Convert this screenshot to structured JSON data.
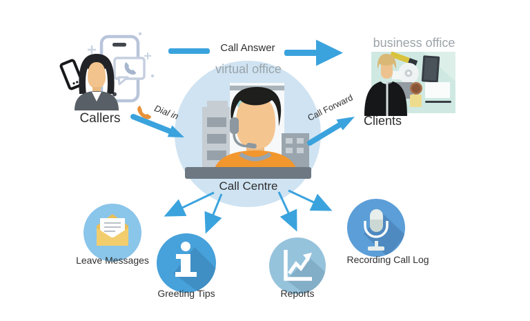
{
  "title": "Call Centre virtual office diagram",
  "nodes": {
    "callers": {
      "label": "Callers",
      "icon": "caller-woman-smartphone-icon"
    },
    "call_centre": {
      "zone": "virtual office",
      "label": "Call Centre",
      "icon": "agent-headset-desk-icon"
    },
    "clients": {
      "zone": "business office",
      "label": "Clients",
      "icon": "businessman-desk-icon"
    }
  },
  "flows": {
    "call_answer": {
      "label": "Call Answer"
    },
    "dial_in": {
      "label": "Dial in",
      "icon": "orange-handset-icon"
    },
    "call_forward": {
      "label": "Call Forward"
    }
  },
  "features": [
    {
      "label": "Leave Messages",
      "icon": "envelope-icon"
    },
    {
      "label": "Greeting Tips",
      "icon": "info-icon"
    },
    {
      "label": "Reports",
      "icon": "line-chart-icon"
    },
    {
      "label": "Recording Call Log",
      "icon": "microphone-icon"
    }
  ],
  "colors": {
    "arrow_blue": "#3aa3dd",
    "virtual_office_circle": "#cfe3f2",
    "zone_text_gray": "#9ba4a9",
    "label_dark": "#2f2f2f",
    "leave_messages_circle": "#8ac5ea",
    "greeting_tips_circle": "#47a1da",
    "reports_circle": "#96c3dc",
    "recording_circle": "#5c9ed7",
    "envelope_yellow": "#f2cd6d",
    "agent_shirt_orange": "#f2962e",
    "business_office_bg": "#cfe9e2"
  }
}
